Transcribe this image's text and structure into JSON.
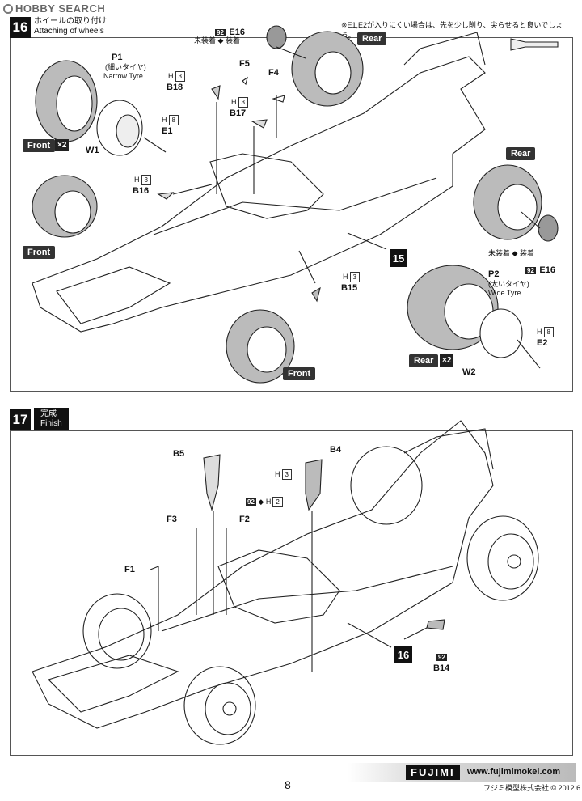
{
  "watermark": "HOBBY SEARCH",
  "step16": {
    "number": "16",
    "title_jp": "ホイールの取り付け",
    "title_en": "Attaching of wheels",
    "note": "※E1,E2が入りにくい場合は、先を少し削り、尖らせると良いでしょう。",
    "callouts": {
      "p1": "P1",
      "p1_jp": "(細いタイヤ)",
      "p1_en": "Narrow Tyre",
      "p2": "P2",
      "p2_jp": "(太いタイヤ)",
      "p2_en": "Wide Tyre",
      "w1": "W1",
      "w2": "W2",
      "e1": "E1",
      "e2": "E2",
      "e16_top": "E16",
      "e16_bottom": "E16",
      "f4": "F4",
      "f5": "F5",
      "b15": "B15",
      "b16": "B16",
      "b17": "B17",
      "b18": "B18",
      "h": "H",
      "h3": "3",
      "h8": "8",
      "n92": "92",
      "mitoso": "未装着",
      "soucha": "装着",
      "ref15": "15"
    },
    "tags": {
      "front1": "Front",
      "front2": "Front",
      "front3": "Front",
      "rear1": "Rear",
      "rear2": "Rear",
      "rear3": "Rear"
    },
    "x2": "×2"
  },
  "step17": {
    "number": "17",
    "title_jp": "完成",
    "title_en": "Finish",
    "callouts": {
      "b4": "B4",
      "b5": "B5",
      "b14": "B14",
      "f1": "F1",
      "f2": "F2",
      "f3": "F3",
      "h": "H",
      "h2": "2",
      "h3": "3",
      "n92": "92",
      "ref16": "16"
    }
  },
  "footer": {
    "page": "8",
    "brand": "FUJIMI",
    "url": "www.fujimimokei.com",
    "copyright": "フジミ模型株式会社 © 2012.6"
  }
}
